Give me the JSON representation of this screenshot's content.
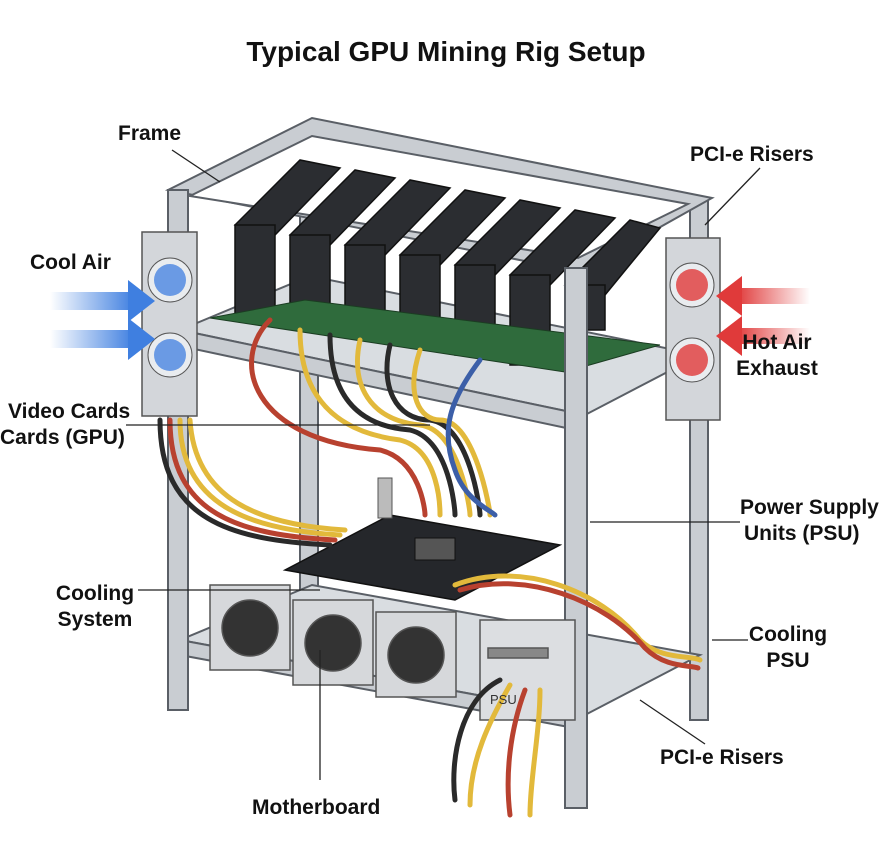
{
  "title": "Typical GPU Mining Rig Setup",
  "labels": {
    "frame": "Frame",
    "pcie_risers_top": "PCI-e Risers",
    "cool_air": "Cool Air",
    "hot_air_line1": "Hot Air",
    "hot_air_line2": "Exhaust",
    "video_cards_line1": "Video Cards",
    "video_cards_line2": "Cards (GPU)",
    "psu_line1": "Power Supply",
    "psu_line2": "Units (PSU)",
    "cooling_system_line1": "Cooling",
    "cooling_system_line2": "System",
    "cooling_psu_line1": "Cooling",
    "cooling_psu_line2": "PSU",
    "pcie_risers_bottom": "PCI-e Risers",
    "motherboard": "Motherboard",
    "psu_panel_text": "PSU"
  },
  "colors": {
    "frame_metal": "#c9cdd2",
    "frame_edge": "#5a5f66",
    "gpu_body": "#2b2d31",
    "pcb_green": "#2f6b3c",
    "cool_air": "#3f7fe0",
    "hot_air": "#e03a3a",
    "cable_yellow": "#e2b93b",
    "cable_red": "#b8412f",
    "cable_blue": "#3c5fa8",
    "cable_black": "#2a2a2a"
  }
}
